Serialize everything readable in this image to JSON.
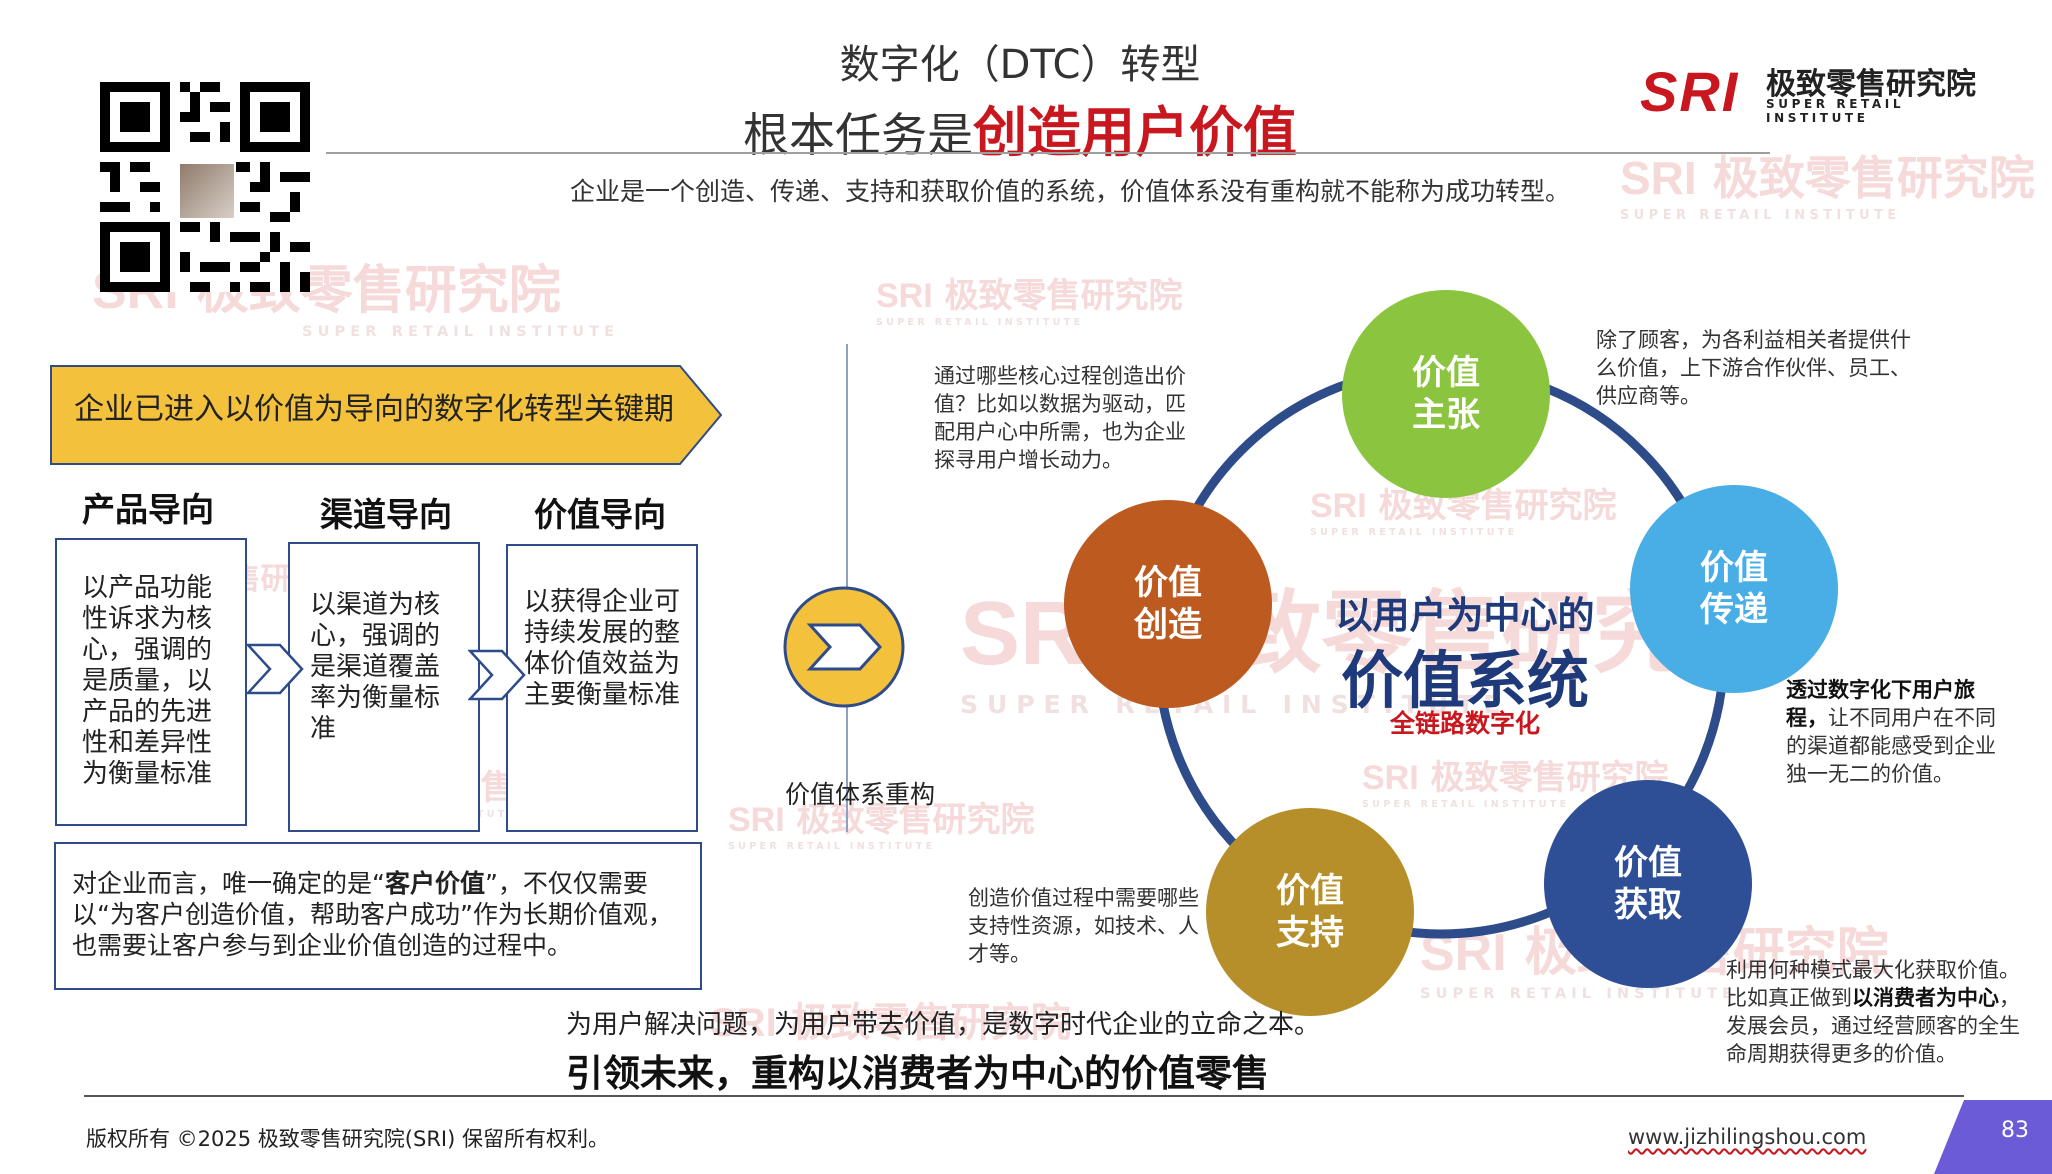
{
  "header": {
    "title_line1": "数字化（DTC）转型",
    "title_line2_prefix": "根本任务是",
    "title_line2_highlight": "创造用户价值",
    "subtitle": "企业是一个创造、传递、支持和获取价值的系统，价值体系没有重构就不能称为成功转型。"
  },
  "logo": {
    "mark": "SRI",
    "name_cn": "极致零售研究院",
    "name_en": "SUPER RETAIL INSTITUTE"
  },
  "watermark": {
    "mark": "SRI",
    "name_cn": "极致零售研究院",
    "name_en": "SUPER RETAIL INSTITUTE"
  },
  "left_panel": {
    "banner": "企业已进入以价值为导向的数字化转型关键期",
    "columns": [
      {
        "title": "产品导向",
        "text": "以产品功能性诉求为核心，强调的是质量，以产品的先进性和差异性为衡量标准"
      },
      {
        "title": "渠道导向",
        "text": "以渠道为核心，强调的是渠道覆盖率为衡量标准"
      },
      {
        "title": "价值导向",
        "text": "以获得企业可持续发展的整体价值效益为主要衡量标准"
      }
    ],
    "bottom_text_pre": "对企业而言，唯一确定的是“",
    "bottom_text_bold": "客户价值",
    "bottom_text_post": "”，不仅仅需要以“为客户创造价值，帮助客户成功”作为长期价值观，也需要让客户参与到企业价值创造的过程中。"
  },
  "middle": {
    "label": "价值体系重构"
  },
  "value_system": {
    "center_line1": "以用户为中心的",
    "center_line2": "价值系统",
    "center_line3": "全链路数字化",
    "nodes": [
      {
        "line1": "价值",
        "line2": "主张",
        "color": "#8bc53f"
      },
      {
        "line1": "价值",
        "line2": "传递",
        "color": "#4aaee6"
      },
      {
        "line1": "价值",
        "line2": "获取",
        "color": "#2e4f96"
      },
      {
        "line1": "价值",
        "line2": "支持",
        "color": "#b78f2a"
      },
      {
        "line1": "价值",
        "line2": "创造",
        "color": "#bd5a1f"
      }
    ],
    "ring_color": "#2e4b8a",
    "notes": {
      "proposition": "除了顾客，为各利益相关者提供什么价值，上下游合作伙伴、员工、供应商等。",
      "creation": "通过哪些核心过程创造出价值？比如以数据为驱动，匹配用户心中所需，也为企业探寻用户增长动力。",
      "delivery_bold": "透过数字化下用户旅程，",
      "delivery_rest": "让不同用户在不同的渠道都能感受到企业独一无二的价值。",
      "support": "创造价值过程中需要哪些支持性资源，如技术、人才等。",
      "capture_pre": "利用何种模式最大化获取价值。比如真正做到",
      "capture_bold": "以消费者为中心",
      "capture_post": "，发展会员，通过经营顾客的全生命周期获得更多的价值。"
    }
  },
  "footer": {
    "line1": "为用户解决问题，为用户带去价值，是数字时代企业的立命之本。",
    "line2": "引领未来，重构以消费者为中心的价值零售",
    "copyright": "版权所有 ©2025  极致零售研究院(SRI)  保留所有权利。",
    "website": "www.jizhilingshou.com",
    "page_number": "83"
  },
  "colors": {
    "brand_red": "#c8171e",
    "banner_yellow": "#f4c13d",
    "dark_blue": "#2e4b8a",
    "page_badge": "#6b5bd6"
  }
}
